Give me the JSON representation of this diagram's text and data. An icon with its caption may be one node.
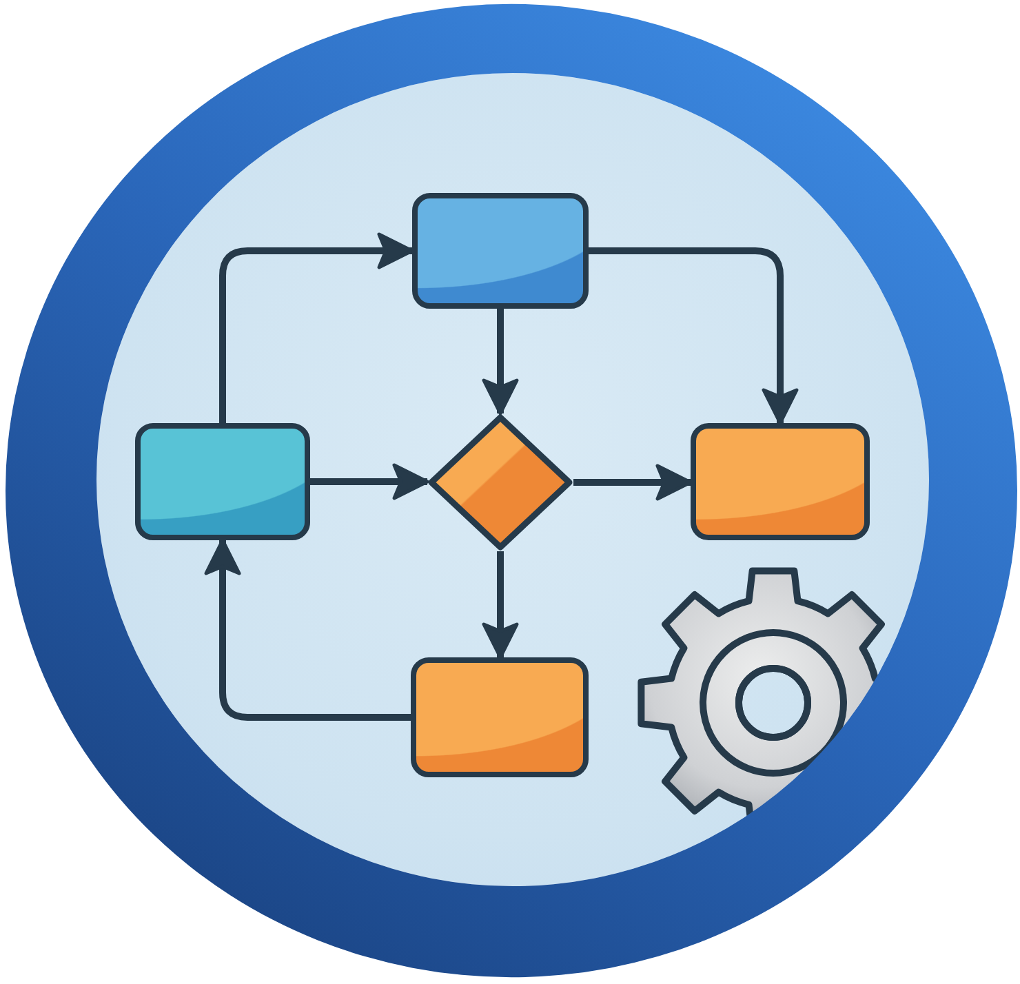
{
  "diagram": {
    "nodes": [
      {
        "text": [],
        "shape": "box"
      },
      {
        "text": [],
        "shape": "box"
      },
      {
        "text": [],
        "shape": "diamond"
      },
      {
        "text": [],
        "shape": "box"
      },
      {
        "text": [],
        "shape": "box"
      }
    ],
    "edges": [
      {
        "from": 1,
        "to": 0,
        "arrow": "to"
      },
      {
        "from": 0,
        "to": 2,
        "arrow": "to"
      },
      {
        "from": 0,
        "to": 3,
        "arrow": "to"
      },
      {
        "from": 1,
        "to": 2,
        "arrow": "to"
      },
      {
        "from": 2,
        "to": 3,
        "arrow": "to"
      },
      {
        "from": 2,
        "to": 4,
        "arrow": "to"
      },
      {
        "from": 4,
        "to": 1,
        "arrow": "to"
      }
    ]
  }
}
